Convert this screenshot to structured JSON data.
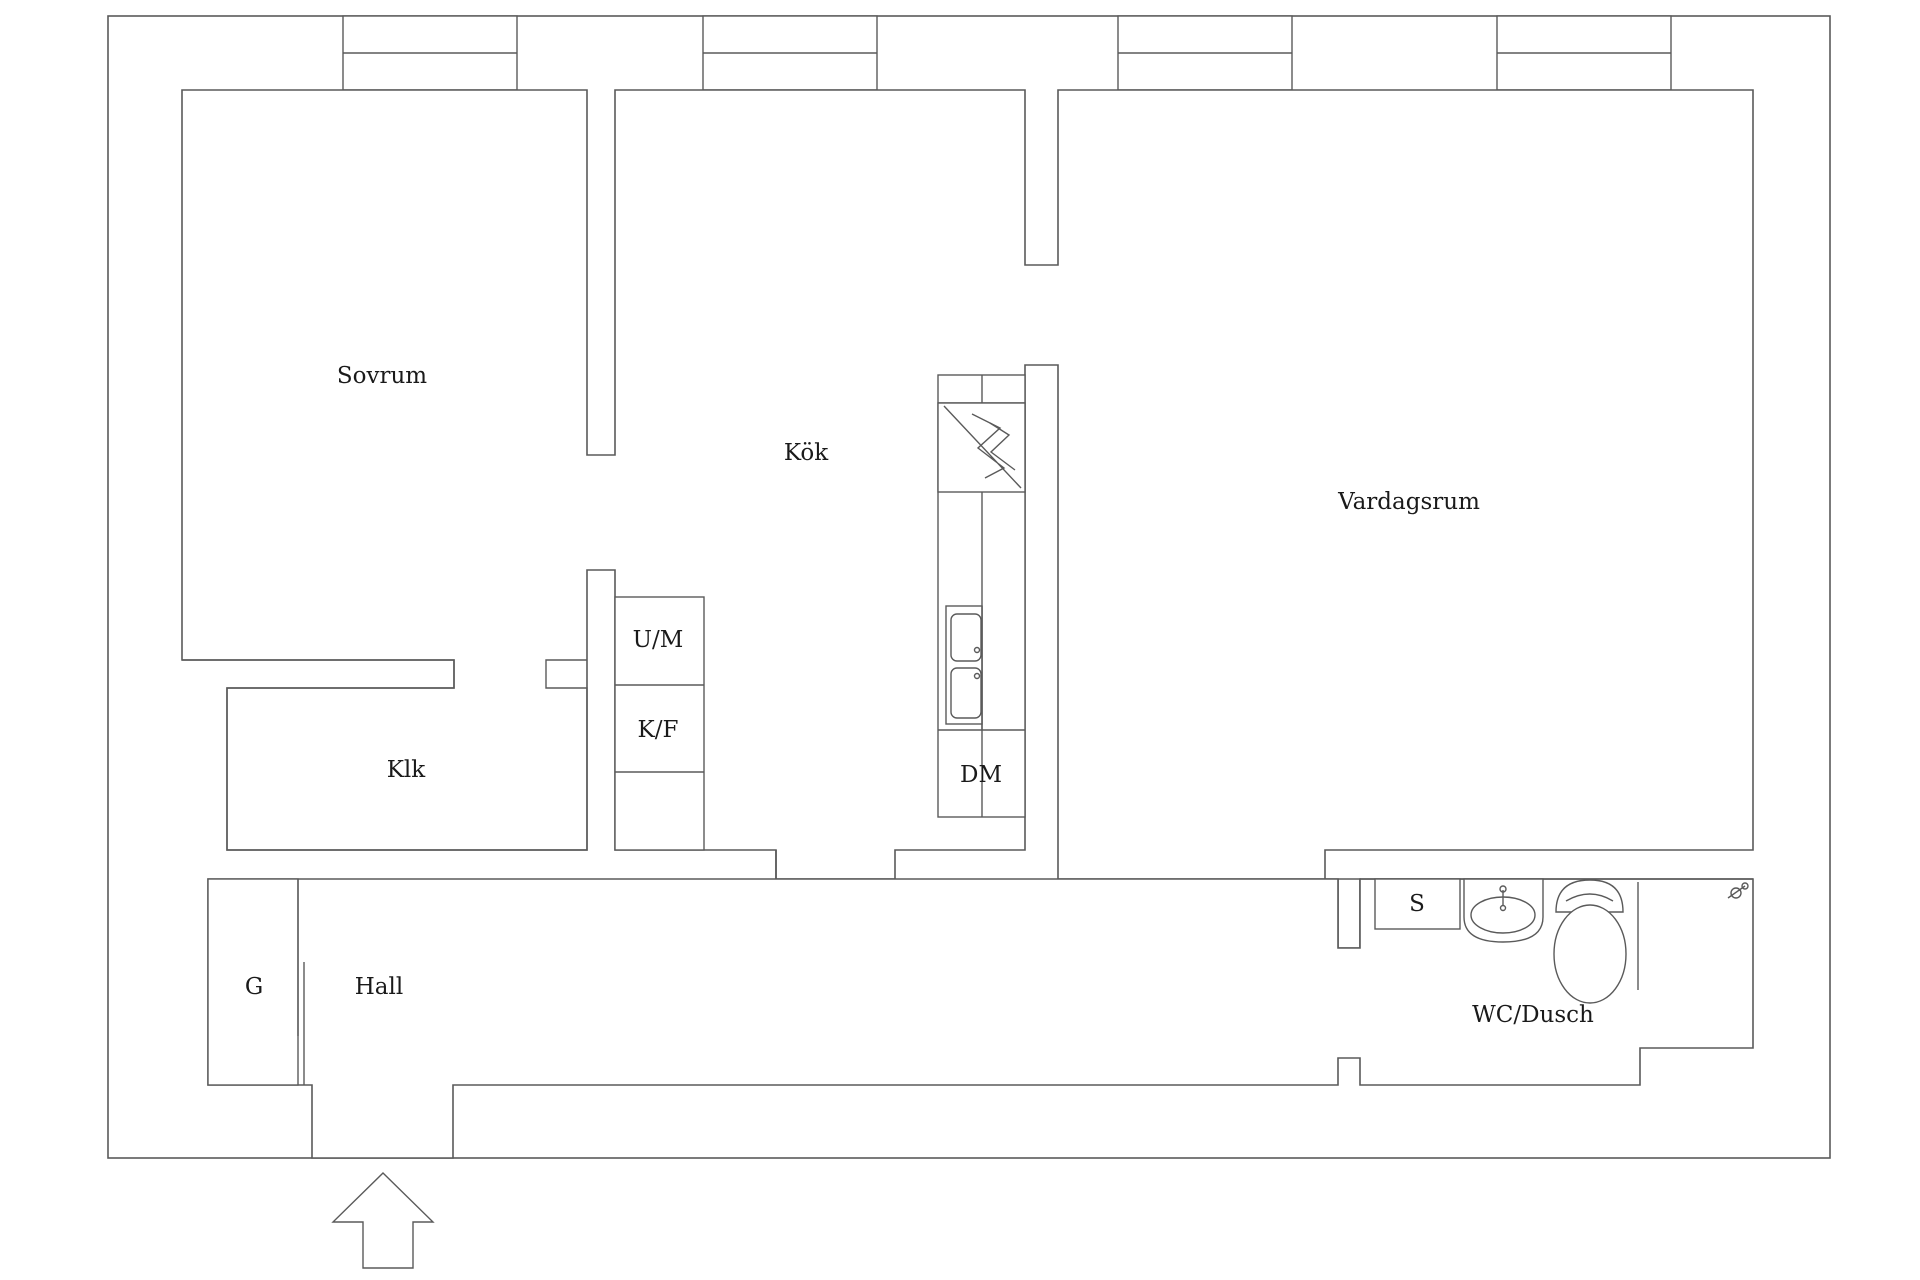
{
  "plan": {
    "rooms": {
      "sovrum": "Sovrum",
      "kok": "Kök",
      "vardagsrum": "Vardagsrum",
      "klk": "Klk",
      "hall": "Hall",
      "wc_dusch": "WC/Dusch"
    },
    "fixtures": {
      "um": "U/M",
      "kf": "K/F",
      "dm": "DM",
      "g": "G",
      "s": "S"
    },
    "icons": {
      "entrance": "entrance-arrow-icon",
      "stove": "stove-icon",
      "sink": "kitchen-sink-icon",
      "washbasin": "washbasin-icon",
      "toilet": "toilet-icon",
      "shower": "shower-head-icon"
    }
  }
}
